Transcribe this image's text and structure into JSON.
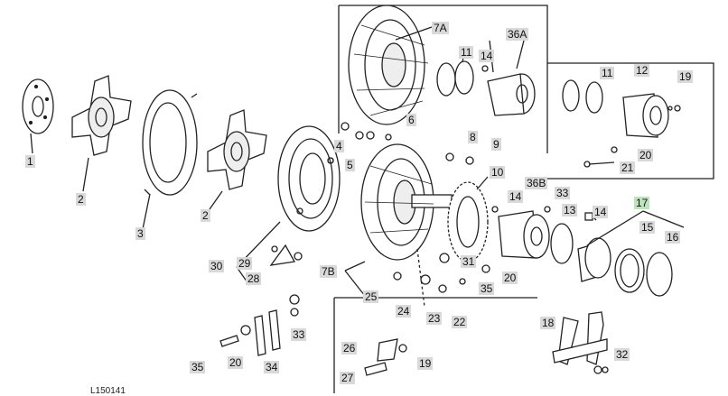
{
  "figure_id": "L150141",
  "highlight_color": "#bfe3bf",
  "label_color": "#d9d9d9",
  "callouts": [
    {
      "id": "c1",
      "text": "1"
    },
    {
      "id": "c2a",
      "text": "2"
    },
    {
      "id": "c2b",
      "text": "2"
    },
    {
      "id": "c3",
      "text": "3"
    },
    {
      "id": "c4",
      "text": "4"
    },
    {
      "id": "c5",
      "text": "5"
    },
    {
      "id": "c6",
      "text": "6"
    },
    {
      "id": "c7a",
      "text": "7A"
    },
    {
      "id": "c7b",
      "text": "7B"
    },
    {
      "id": "c8",
      "text": "8"
    },
    {
      "id": "c9",
      "text": "9"
    },
    {
      "id": "c10",
      "text": "10"
    },
    {
      "id": "c11a",
      "text": "11"
    },
    {
      "id": "c11b",
      "text": "11"
    },
    {
      "id": "c12",
      "text": "12"
    },
    {
      "id": "c13",
      "text": "13"
    },
    {
      "id": "c14a",
      "text": "14"
    },
    {
      "id": "c14b",
      "text": "14"
    },
    {
      "id": "c14c",
      "text": "14"
    },
    {
      "id": "c15",
      "text": "15"
    },
    {
      "id": "c16",
      "text": "16"
    },
    {
      "id": "c17",
      "text": "17",
      "highlight": true
    },
    {
      "id": "c18",
      "text": "18"
    },
    {
      "id": "c19a",
      "text": "19"
    },
    {
      "id": "c19b",
      "text": "19"
    },
    {
      "id": "c20a",
      "text": "20"
    },
    {
      "id": "c20b",
      "text": "20"
    },
    {
      "id": "c20c",
      "text": "20"
    },
    {
      "id": "c21",
      "text": "21"
    },
    {
      "id": "c22",
      "text": "22"
    },
    {
      "id": "c23",
      "text": "23"
    },
    {
      "id": "c24",
      "text": "24"
    },
    {
      "id": "c25",
      "text": "25"
    },
    {
      "id": "c26",
      "text": "26"
    },
    {
      "id": "c27",
      "text": "27"
    },
    {
      "id": "c28",
      "text": "28"
    },
    {
      "id": "c29",
      "text": "29"
    },
    {
      "id": "c30",
      "text": "30"
    },
    {
      "id": "c31",
      "text": "31"
    },
    {
      "id": "c32",
      "text": "32"
    },
    {
      "id": "c33a",
      "text": "33"
    },
    {
      "id": "c33b",
      "text": "33"
    },
    {
      "id": "c34",
      "text": "34"
    },
    {
      "id": "c35a",
      "text": "35"
    },
    {
      "id": "c35b",
      "text": "35"
    },
    {
      "id": "c36a",
      "text": "36A"
    },
    {
      "id": "c36b",
      "text": "36B"
    }
  ]
}
